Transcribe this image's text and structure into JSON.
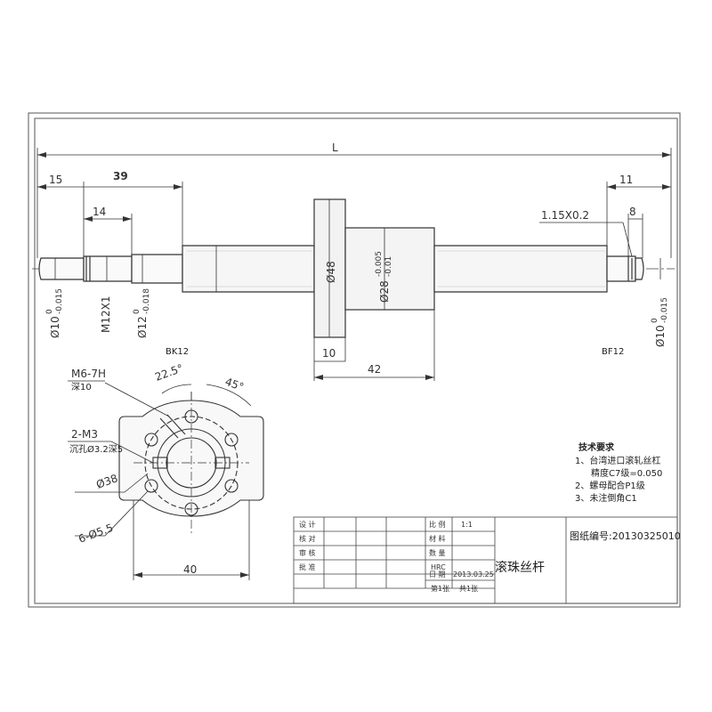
{
  "dimensions": {
    "overall_length": "L",
    "end_15": "15",
    "end_39": "39",
    "thread_14": "14",
    "right_11": "11",
    "right_8": "8",
    "groove": "1.15X0.2",
    "nut_flange_10": "10",
    "nut_length_42": "42",
    "left_dia": "Ø10",
    "left_dia_tol_top": "0",
    "left_dia_tol_bottom": "-0.015",
    "thread_label": "M12X1",
    "mid_dia": "Ø12",
    "mid_dia_tol_top": "0",
    "mid_dia_tol_bottom": "-0.018",
    "flange_dia": "Ø48",
    "nut_dia": "Ø28",
    "nut_dia_tol_top": "-0.005",
    "nut_dia_tol_bottom": "-0.01",
    "right_dia": "Ø10",
    "right_dia_tol_top": "0",
    "right_dia_tol_bottom": "-0.015"
  },
  "support_labels": {
    "left": "BK12",
    "right": "BF12"
  },
  "flange_view": {
    "tap_hole": "M6-7H",
    "tap_depth": "深10",
    "angle_small": "22.5°",
    "angle_large": "45°",
    "m3_holes": "2-M3",
    "counterbore": "沉孔Ø3.2深5",
    "pcd": "Ø38",
    "bolt_holes": "6-Ø5.5",
    "width": "40"
  },
  "tech_notes": {
    "title": "技术要求",
    "line1": "1、台湾进口滚轧丝杠",
    "line1b": "精度C7级=0.050",
    "line2": "2、螺母配合P1级",
    "line3": "3、未注倒角C1"
  },
  "title_block": {
    "design": "设 计",
    "check": "核 对",
    "review": "审 核",
    "approve": "批 准",
    "scale_label": "比 例",
    "scale_value": "1:1",
    "material_label": "材 料",
    "quantity_label": "数 量",
    "hardness_label": "HRC",
    "date_label": "日 期",
    "date_value": "2013.03.25",
    "sheet_label": "第1张",
    "sheet_total": "共1张",
    "part_name": "滚珠丝杆",
    "drawing_number": "图纸编号:20130325010"
  }
}
